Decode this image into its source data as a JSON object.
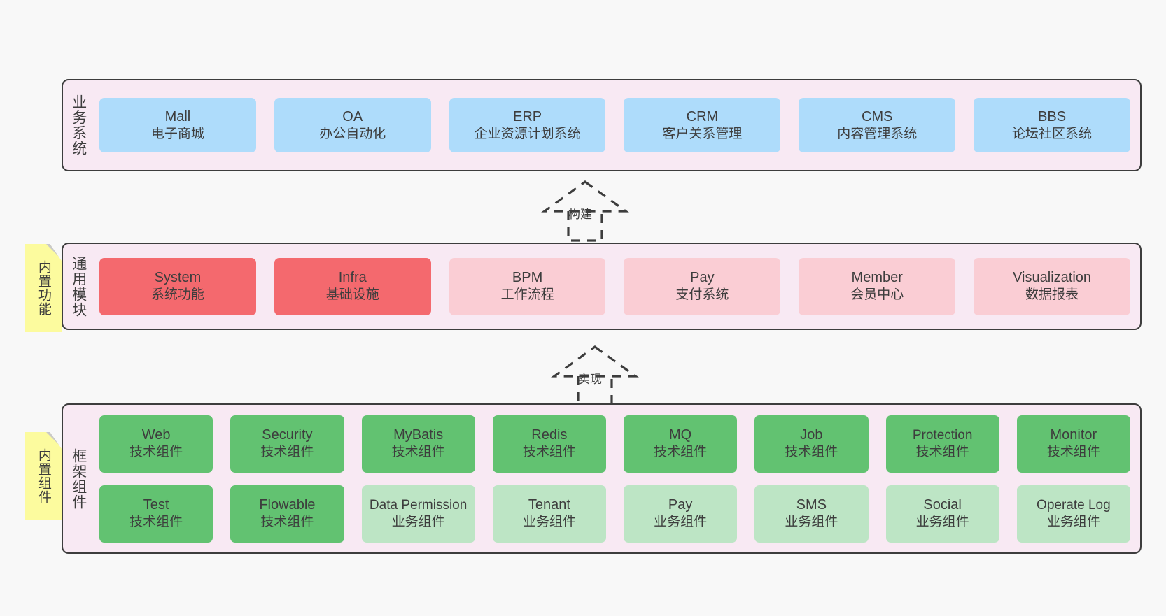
{
  "diagram": {
    "background": "#f8f8f8",
    "layers": [
      {
        "id": "business",
        "title": "业务系统",
        "rows": [
          {
            "cards": [
              {
                "en": "Mall",
                "cn": "电子商城",
                "color": "#aedcfb"
              },
              {
                "en": "OA",
                "cn": "办公自动化",
                "color": "#aedcfb"
              },
              {
                "en": "ERP",
                "cn": "企业资源计划系统",
                "color": "#aedcfb"
              },
              {
                "en": "CRM",
                "cn": "客户关系管理",
                "color": "#aedcfb"
              },
              {
                "en": "CMS",
                "cn": "内容管理系统",
                "color": "#aedcfb"
              },
              {
                "en": "BBS",
                "cn": "论坛社区系统",
                "color": "#aedcfb"
              }
            ]
          }
        ]
      },
      {
        "id": "module",
        "title": "通用模块",
        "rows": [
          {
            "cards": [
              {
                "en": "System",
                "cn": "系统功能",
                "color": "#f4696e"
              },
              {
                "en": "Infra",
                "cn": "基础设施",
                "color": "#f4696e"
              },
              {
                "en": "BPM",
                "cn": "工作流程",
                "color": "#facdd4"
              },
              {
                "en": "Pay",
                "cn": "支付系统",
                "color": "#facdd4"
              },
              {
                "en": "Member",
                "cn": "会员中心",
                "color": "#facdd4"
              },
              {
                "en": "Visualization",
                "cn": "数据报表",
                "color": "#facdd4"
              }
            ]
          }
        ]
      },
      {
        "id": "framework",
        "title": "框架组件",
        "rows": [
          {
            "cards": [
              {
                "en": "Web",
                "cn": "技术组件",
                "color": "#62c271"
              },
              {
                "en": "Security",
                "cn": "技术组件",
                "color": "#62c271"
              },
              {
                "en": "MyBatis",
                "cn": "技术组件",
                "color": "#62c271"
              },
              {
                "en": "Redis",
                "cn": "技术组件",
                "color": "#62c271"
              },
              {
                "en": "MQ",
                "cn": "技术组件",
                "color": "#62c271"
              },
              {
                "en": "Job",
                "cn": "技术组件",
                "color": "#62c271"
              },
              {
                "en": "Protection",
                "cn": "技术组件",
                "color": "#62c271"
              },
              {
                "en": "Monitor",
                "cn": "技术组件",
                "color": "#62c271"
              }
            ]
          },
          {
            "cards": [
              {
                "en": "Test",
                "cn": "技术组件",
                "color": "#62c271"
              },
              {
                "en": "Flowable",
                "cn": "技术组件",
                "color": "#62c271"
              },
              {
                "en": "Data Permission",
                "cn": "业务组件",
                "color": "#bde5c5"
              },
              {
                "en": "Tenant",
                "cn": "业务组件",
                "color": "#bde5c5"
              },
              {
                "en": "Pay",
                "cn": "业务组件",
                "color": "#bde5c5"
              },
              {
                "en": "SMS",
                "cn": "业务组件",
                "color": "#bde5c5"
              },
              {
                "en": "Social",
                "cn": "业务组件",
                "color": "#bde5c5"
              },
              {
                "en": "Operate Log",
                "cn": "业务组件",
                "color": "#bde5c5"
              }
            ]
          }
        ]
      }
    ],
    "notes": [
      {
        "id": "builtin-function",
        "text": "内置功能",
        "color": "#fcfb9e"
      },
      {
        "id": "builtin-component",
        "text": "内置组件",
        "color": "#fcfb9e"
      }
    ],
    "connectors": [
      {
        "id": "build",
        "label": "构建",
        "style": "dashed-generalization",
        "direction": "up"
      },
      {
        "id": "implement",
        "label": "实现",
        "style": "dashed-generalization",
        "direction": "up"
      }
    ]
  }
}
